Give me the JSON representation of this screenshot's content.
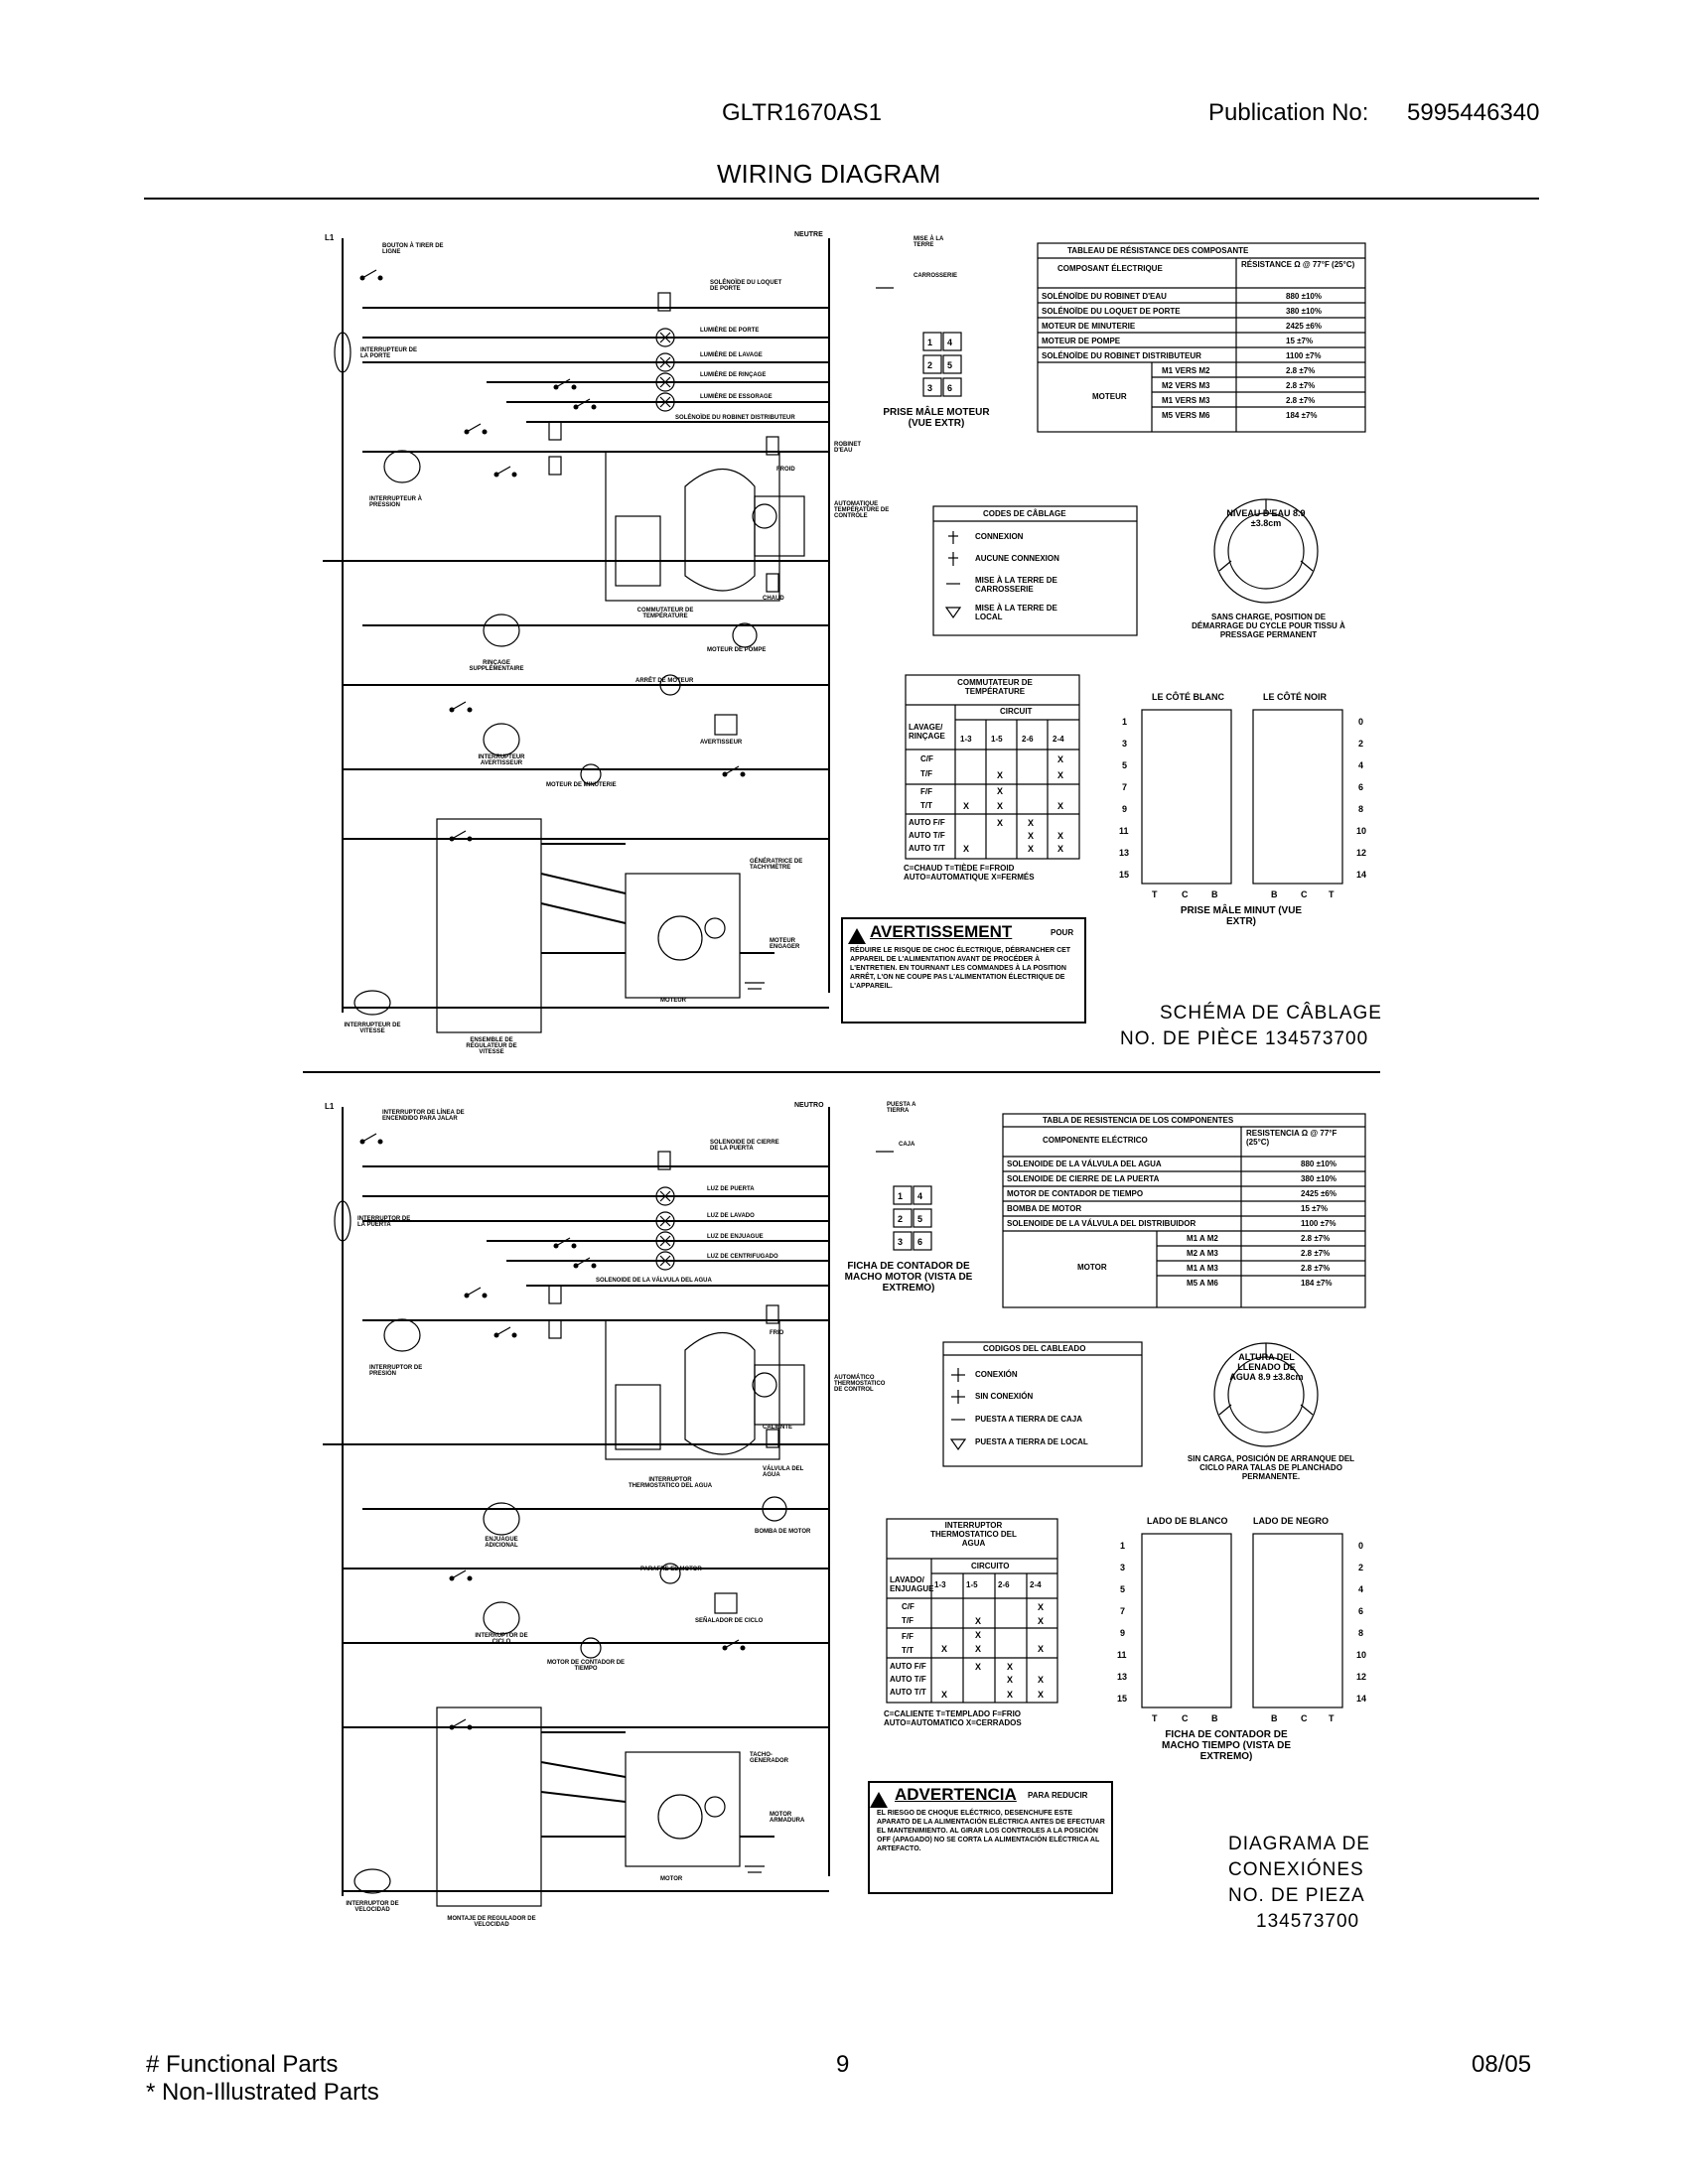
{
  "header": {
    "model": "GLTR1670AS1",
    "publication_label": "Publication No:",
    "publication_number": "5995446340",
    "title": "WIRING DIAGRAM"
  },
  "footer": {
    "functional": "# Functional Parts",
    "non_illustrated": "* Non-Illustrated Parts",
    "page": "9",
    "date": "08/05"
  },
  "french": {
    "resistance_table": {
      "title": "TABLEAU DE RÉSISTANCE DES COMPOSANTE",
      "col1": "COMPOSANT ÉLECTRIQUE",
      "col2": "RÉSISTANCE Ω @ 77°F (25°C)",
      "rows": [
        {
          "name": "SOLÉNOÏDE DU ROBINET D'EAU",
          "value": "880 ±10%"
        },
        {
          "name": "SOLÉNOÏDE DU LOQUET DE PORTE",
          "value": "380 ±10%"
        },
        {
          "name": "MOTEUR DE MINUTERIE",
          "value": "2425 ±6%"
        },
        {
          "name": "MOTEUR DE POMPE",
          "value": "15 ±7%"
        },
        {
          "name": "SOLÉNOÏDE DU ROBINET DISTRIBUTEUR",
          "value": "1100 ±7%"
        }
      ],
      "motor_label": "MOTEUR",
      "motor_rows": [
        {
          "name": "M1 VERS M2",
          "value": "2.8 ±7%"
        },
        {
          "name": "M2 VERS M3",
          "value": "2.8 ±7%"
        },
        {
          "name": "M1 VERS M3",
          "value": "2.8 ±7%"
        },
        {
          "name": "M5 VERS M6",
          "value": "184 ±7%"
        }
      ]
    },
    "plug_caption": "PRISE MÂLE MOTEUR (VUE EXTR)",
    "codes_table": {
      "title": "CODES DE CÂBLAGE",
      "items": [
        "CONNEXION",
        "AUCUNE CONNEXION",
        "MISE À LA TERRE DE CARROSSERIE",
        "MISE À LA TERRE DE LOCAL"
      ]
    },
    "level_label": "NIVEAU D'EAU 8.9 ±3.8cm",
    "level_caption": "SANS CHARGE, POSITION DE DÉMARRAGE DU CYCLE POUR TISSU À PRESSAGE PERMANENT",
    "temp_table": {
      "title": "COMMUTATEUR DE TEMPÉRATURE",
      "circuit": "CIRCUIT",
      "row_head": "LAVAGE/ RINÇAGE",
      "cols": [
        "1-3",
        "1-5",
        "2-6",
        "2-4"
      ],
      "rows": [
        "C/F",
        "T/F",
        "F/F",
        "T/T",
        "AUTO F/F",
        "AUTO T/F",
        "AUTO T/T"
      ],
      "legend": "C=CHAUD  T=TIÈDE  F=FROID  AUTO=AUTOMATIQUE  X=FERMÉS"
    },
    "timer_caption": "PRISE MÂLE MINUT (VUE EXTR)",
    "timer_left_label": "LE CÔTÉ BLANC",
    "timer_right_label": "LE CÔTÉ NOIR",
    "warning_title": "AVERTISSEMENT",
    "warning_suffix": "POUR",
    "warning_text": "RÉDUIRE LE RISQUE DE CHOC ÉLECTRIQUE, DÉBRANCHER CET APPAREIL DE L'ALIMENTATION AVANT DE PROCÉDER À L'ENTRETIEN. EN TOURNANT LES COMMANDES À LA POSITION ARRÊT, L'ON NE COUPE PAS L'ALIMENTATION ÉLECTRIQUE DE L'APPAREIL.",
    "schema_line1": "SCHÉMA DE CÂBLAGE",
    "schema_line2": "NO. DE PIÈCE 134573700",
    "labels": [
      "L1",
      "NEUTRE",
      "MISE À LA TERRE",
      "CARROSSERIE",
      "BOUTON À TIRER DE LIGNE",
      "SOLÉNOÏDE DU LOQUET DE PORTE",
      "LUMIÈRE DE PORTE",
      "LUMIÈRE DE LAVAGE",
      "LUMIÈRE DE RINÇAGE",
      "LUMIÈRE DE ESSORAGE",
      "SOLÉNOÏDE DU ROBINET DISTRIBUTEUR",
      "INTERRUPTEUR DE LA PORTE",
      "INTERRUPTEUR À PRESSION",
      "ROBINET D'EAU",
      "FROID",
      "CHAUD",
      "AUTOMATIQUE TEMPÉRATURE DE CONTRÔLE",
      "COMMUTATEUR DE TEMPÉRATURE",
      "MOTEUR DE POMPE",
      "ARRÊT DE MOTEUR",
      "RINÇAGE SUPPLÉMENTAIRE",
      "INTERRUPTEUR AVERTISSEUR",
      "AVERTISSEUR",
      "MOTEUR DE MINUTERIE",
      "MOTEUR",
      "MOTEUR ENGAGER",
      "INTERRUPTEUR DE VITESSE",
      "ENSEMBLE DE RÉGULATEUR DE VITESSE",
      "GÉNÉRATRICE DE TACHYMÈTRE"
    ]
  },
  "spanish": {
    "resistance_table": {
      "title": "TABLA DE RESISTENCIA DE LOS COMPONENTES",
      "col1": "COMPONENTE ELÉCTRICO",
      "col2": "RESISTENCIA Ω @ 77°F (25°C)",
      "rows": [
        {
          "name": "SOLENOIDE DE LA VÁLVULA DEL AGUA",
          "value": "880 ±10%"
        },
        {
          "name": "SOLENOIDE DE CIERRE DE LA PUERTA",
          "value": "380 ±10%"
        },
        {
          "name": "MOTOR DE CONTADOR DE TIEMPO",
          "value": "2425 ±6%"
        },
        {
          "name": "BOMBA DE MOTOR",
          "value": "15 ±7%"
        },
        {
          "name": "SOLENOIDE DE LA VÁLVULA DEL DISTRIBUIDOR",
          "value": "1100 ±7%"
        }
      ],
      "motor_label": "MOTOR",
      "motor_rows": [
        {
          "name": "M1 A M2",
          "value": "2.8 ±7%"
        },
        {
          "name": "M2 A M3",
          "value": "2.8 ±7%"
        },
        {
          "name": "M1 A M3",
          "value": "2.8 ±7%"
        },
        {
          "name": "M5 A M6",
          "value": "184 ±7%"
        }
      ]
    },
    "plug_caption": "FICHA DE CONTADOR DE MACHO MOTOR (VISTA DE EXTREMO)",
    "codes_table": {
      "title": "CODIGOS DEL CABLEADO",
      "items": [
        "CONEXIÓN",
        "SIN CONEXIÓN",
        "PUESTA A TIERRA DE CAJA",
        "PUESTA A TIERRA DE LOCAL"
      ]
    },
    "level_label": "ALTURA DEL LLENADO DE AGUA 8.9 ±3.8cm",
    "level_caption": "SIN CARGA, POSICIÓN DE ARRANQUE DEL CICLO PARA TALAS DE PLANCHADO PERMANENTE.",
    "temp_table": {
      "title": "INTERRUPTOR THERMOSTATICO DEL AGUA",
      "circuit": "CIRCUITO",
      "row_head": "LAVADO/ ENJUAGUE",
      "cols": [
        "1-3",
        "1-5",
        "2-6",
        "2-4"
      ],
      "rows": [
        "C/F",
        "T/F",
        "F/F",
        "T/T",
        "AUTO F/F",
        "AUTO T/F",
        "AUTO T/T"
      ],
      "legend": "C=CALIENTE  T=TEMPLADO  F=FRIO  AUTO=AUTOMATICO  X=CERRADOS"
    },
    "timer_caption": "FICHA DE CONTADOR DE MACHO TIEMPO (VISTA DE EXTREMO)",
    "timer_left_label": "LADO DE BLANCO",
    "timer_right_label": "LADO DE NEGRO",
    "warning_title": "ADVERTENCIA",
    "warning_suffix": "PARA REDUCIR",
    "warning_text": "EL RIESGO DE CHOQUE ELÉCTRICO, DESENCHUFE ESTE APARATO DE LA ALIMENTACIÓN ELÉCTRICA ANTES DE EFECTUAR EL MANTENIMIENTO. AL GIRAR LOS CONTROLES A LA POSICIÓN OFF (APAGADO) NO SE CORTA LA ALIMENTACIÓN ELÉCTRICA AL ARTEFACTO.",
    "schema_line1": "DIAGRAMA DE",
    "schema_line2": "CONEXIÓNES",
    "schema_line3": "NO. DE PIEZA",
    "schema_line4": "134573700",
    "labels": [
      "L1",
      "NEUTRO",
      "PUESTA A TIERRA",
      "CAJA",
      "INTERRUPTOR DE LÍNEA DE ENCENDIDO PARA JALAR",
      "SOLENOIDE DE CIERRE DE LA PUERTA",
      "LUZ DE PUERTA",
      "LUZ DE LAVADO",
      "LUZ DE ENJUAGUE",
      "LUZ DE CENTRIFUGADO",
      "SOLENOIDE DE LA VÁLVULA DEL AGUA",
      "INTERRUPTOR DE LA PUERTA",
      "INTERRUPTOR DE PRESIÓN",
      "FRIO",
      "CALIENTE",
      "VÁLVULA DEL AGUA",
      "AUTOMÁTICO THERMOSTATICO DE CONTROL",
      "INTERRUPTOR THERMOSTATICO DEL AGUA",
      "BOMBA DE MOTOR",
      "PARAFRE EL MOTOR",
      "ENJUAGUE ADICIONAL",
      "INTERRUPTOR DE CICLO",
      "SEÑALADOR DE CICLO",
      "MOTOR DE CONTADOR DE TIEMPO",
      "MOTOR",
      "MOTOR ARMADURA",
      "TACHO-GENERADOR",
      "INTERRUPTOR DE VELOCIDAD",
      "MONTAJE DE REGULADOR DE VELOCIDAD"
    ]
  }
}
